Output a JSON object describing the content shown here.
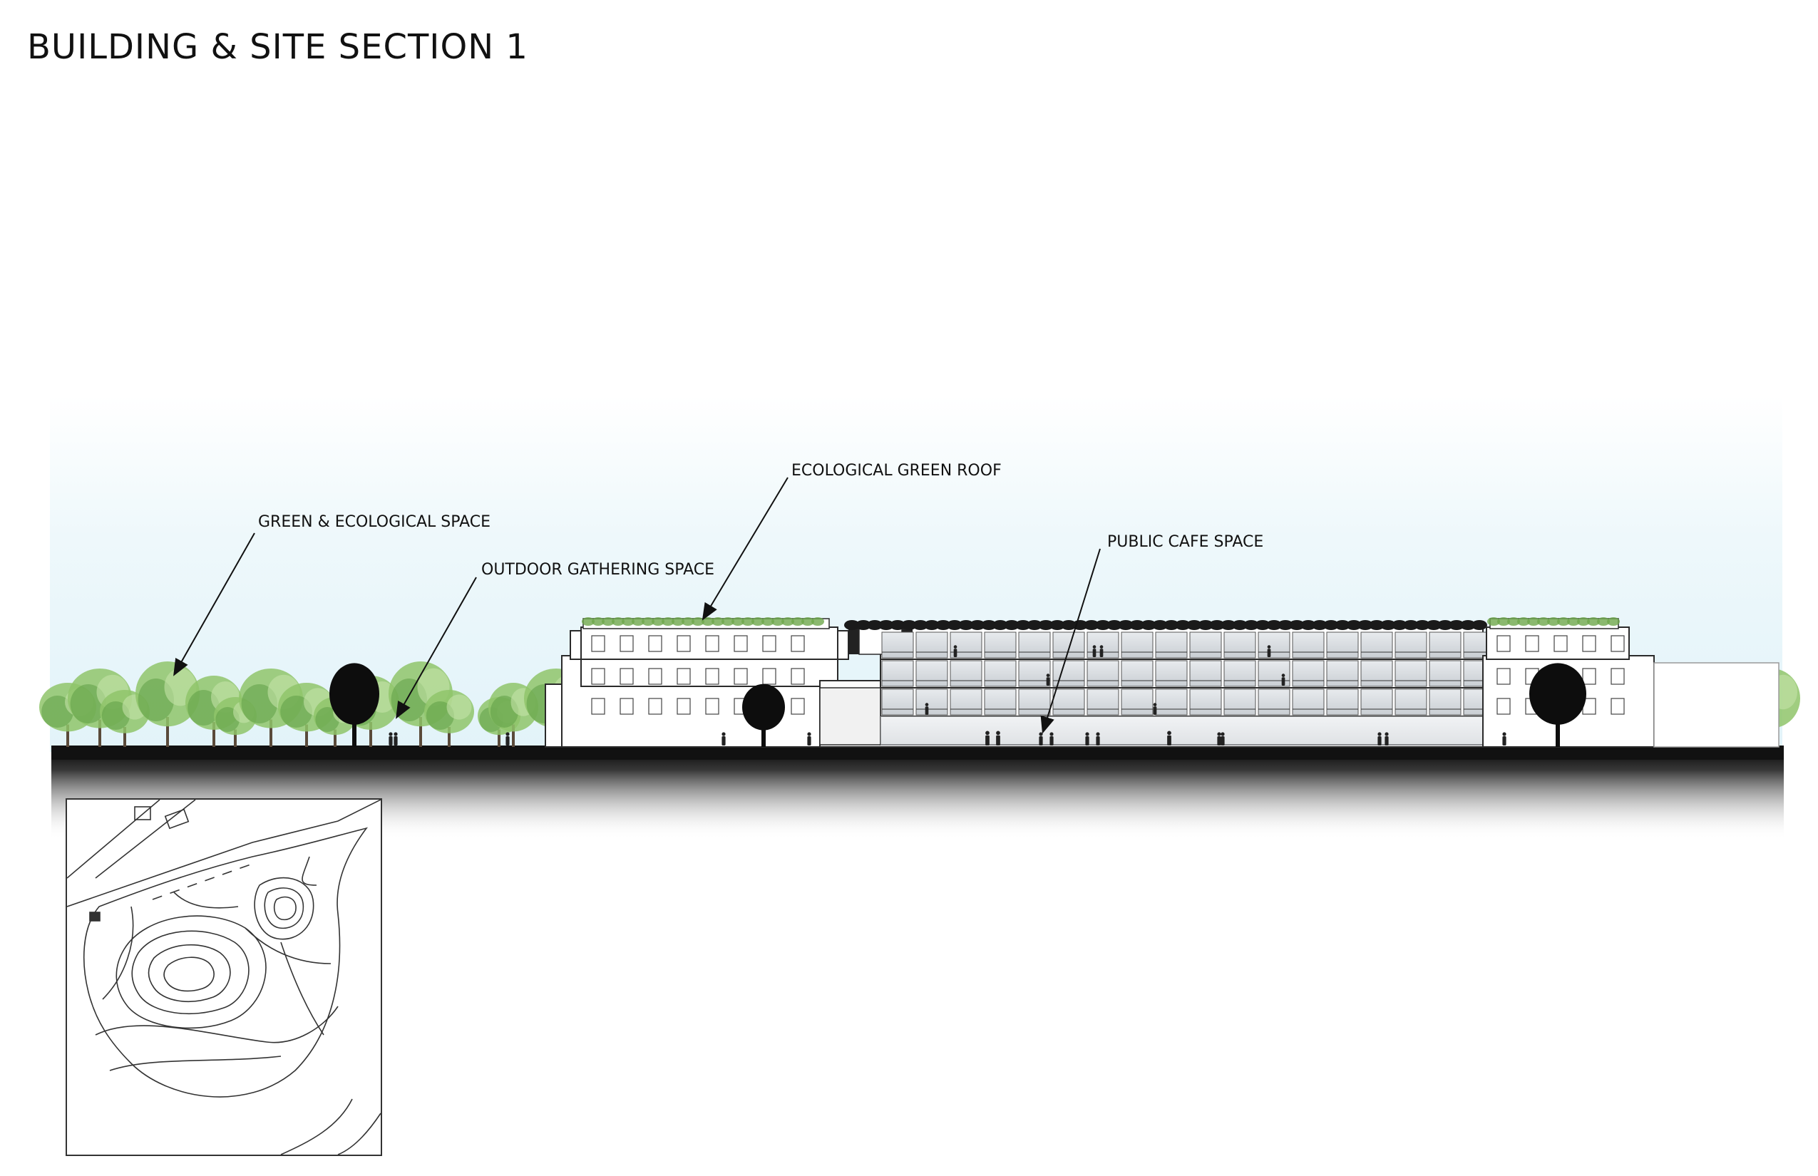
{
  "sheet": {
    "title": "BUILDING & SITE SECTION 1"
  },
  "callouts": {
    "green_space": "GREEN & ECOLOGICAL SPACE",
    "outdoor_gathering": "OUTDOOR GATHERING SPACE",
    "green_roof": "ECOLOGICAL GREEN ROOF",
    "public_cafe": "PUBLIC CAFE SPACE"
  },
  "colors": {
    "sky": "#e2f3f9",
    "ground": "#111111",
    "tree_green": "#8fc46a",
    "tree_dark": "#5f9e45",
    "tree_silhouette": "#0d0d0d",
    "roof_green": "#6ea84b",
    "building_fill": "#ffffff",
    "building_line": "#2a2a2a",
    "glass": "#d9dde0"
  },
  "icons": {
    "arrow": "arrow-icon",
    "tree": "tree-icon",
    "person": "person-icon"
  }
}
